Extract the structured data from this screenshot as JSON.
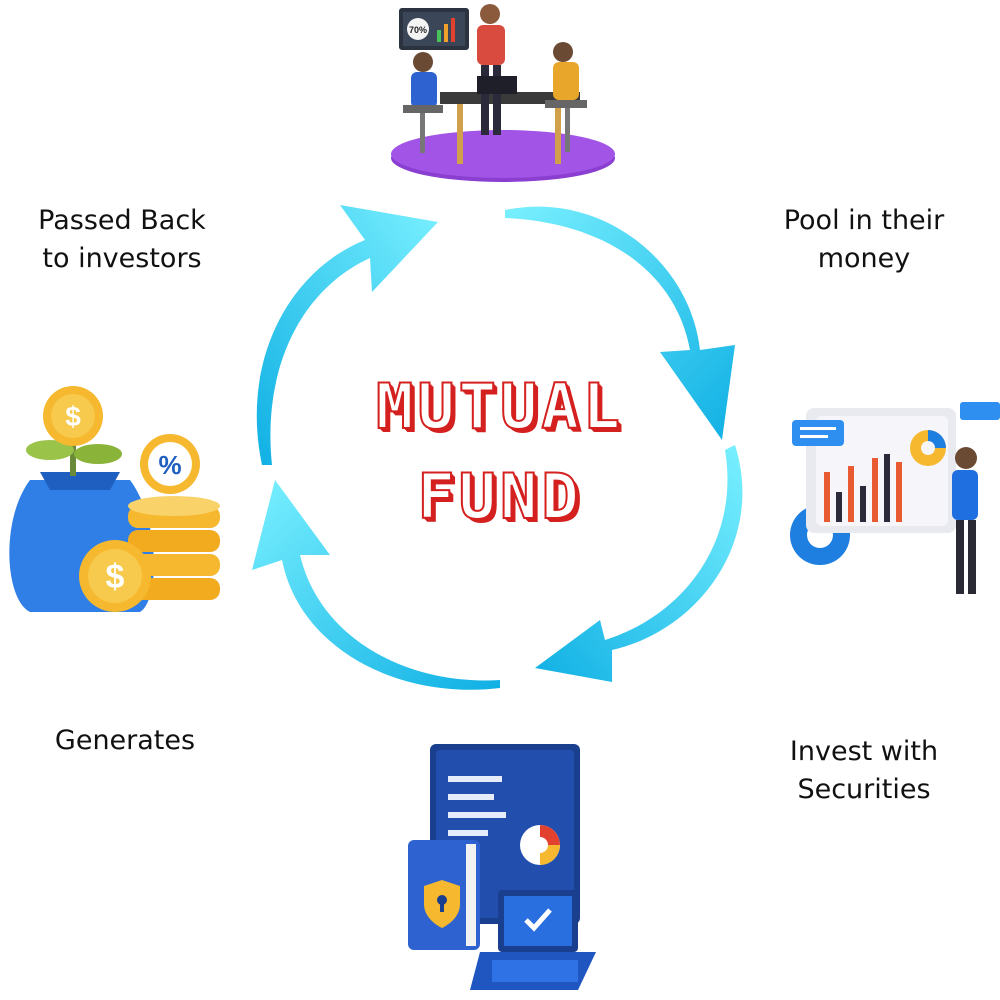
{
  "title": {
    "line1": "MUTUAL",
    "line2": "FUND"
  },
  "steps": {
    "top_right": {
      "line1": "Pool in their",
      "line2": "money"
    },
    "bottom_right": {
      "line1": "Invest with",
      "line2": "Securities"
    },
    "bottom_left": {
      "line1": "Generates"
    },
    "top_left": {
      "line1": "Passed Back",
      "line2": "to investors"
    }
  },
  "illustrations": {
    "top": {
      "icon": "team-meeting-icon",
      "screen_text": "70%"
    },
    "right": {
      "icon": "analytics-dashboard-icon"
    },
    "bottom": {
      "icon": "secure-laptop-report-icon"
    },
    "left": {
      "icon": "money-bag-coins-icon",
      "coin_symbols": [
        "$",
        "%",
        "$"
      ]
    }
  },
  "colors": {
    "arrow_light": "#5ee6fb",
    "arrow_dark": "#12b6e6",
    "title_red": "#d4201f",
    "purple_floor": "#8a3fd1",
    "gold": "#f5b82e",
    "blue": "#1f5fbf"
  }
}
